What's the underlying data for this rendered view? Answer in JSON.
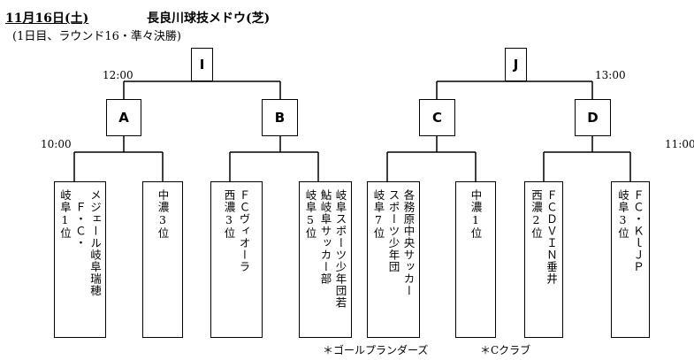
{
  "header": {
    "date": "11月16日(土)",
    "venue": "長良川球技メドウ(芝)",
    "subtitle": "(1日目、ラウンド16・準々決勝)"
  },
  "times": {
    "semi_left": "12:00",
    "semi_right": "13:00",
    "r16_left": "10:00",
    "r16_right": "11:00"
  },
  "matches": {
    "I": "I",
    "J": "J",
    "A": "A",
    "B": "B",
    "C": "C",
    "D": "D"
  },
  "teams": [
    "メジェール岐阜瑞穂\n　Ｆ・Ｃ・\n岐阜1位",
    "中濃3位",
    "ＦＣヴィオーラ\n西濃3位",
    "岐阜スポーツ少年団若\n鮎岐阜サッカー部\n岐阜5位",
    "各務原中央サッカー\nスポーツ少年団\n岐阜7位",
    "中濃1位",
    "ＦＣＤＶＩＮ垂井\n西濃2位",
    "ＦＣ・ＫｌＪＰ\n岐阜3位"
  ],
  "notes": {
    "left": "＊ゴールプランダーズ",
    "right": "＊Cクラブ"
  }
}
